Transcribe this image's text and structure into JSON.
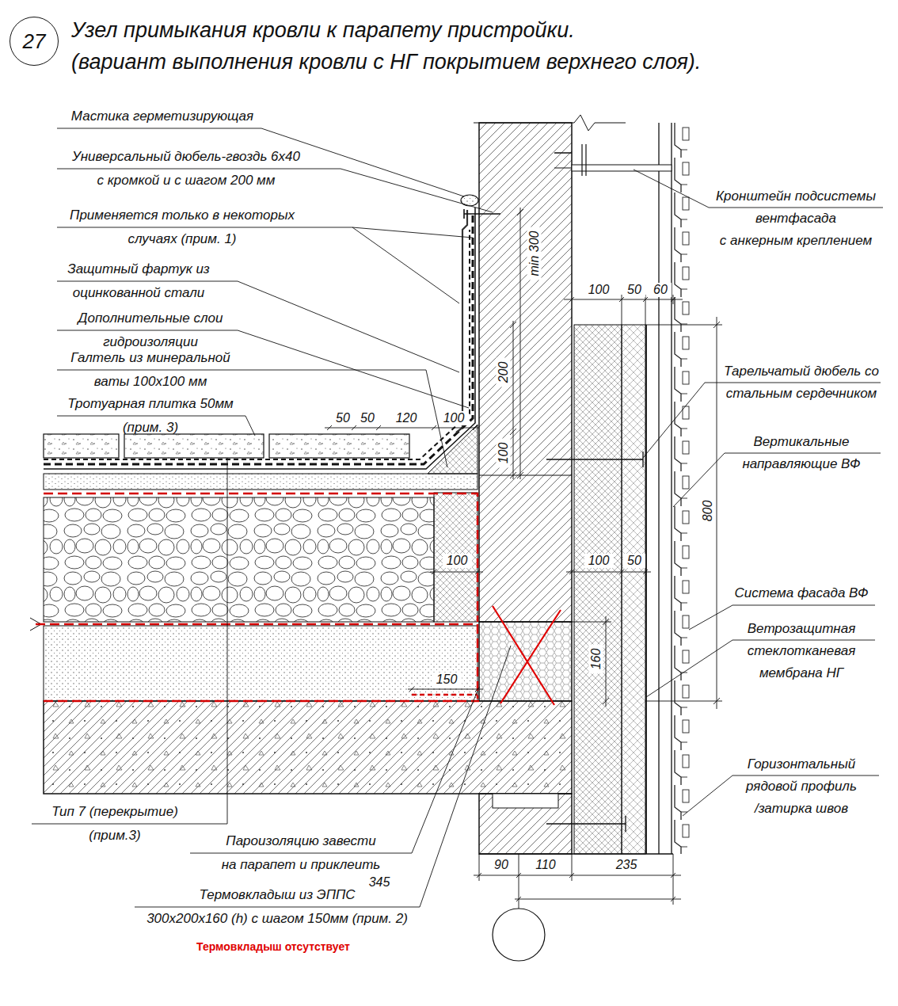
{
  "diagram": {
    "title": "Узел примыкания кровли к парапету пристройки.",
    "nodes": [
      {
        "text": [
          "27"
        ]
      }
    ],
    "labels": [
      "(вариант выполнения кровли с НГ покрытием верхнего слоя).",
      "Мастика герметизирующая",
      "Универсальный дюбель-гвоздь 6х40 с кромкой и с шагом 200 мм",
      "Применяется только в некоторых случаях (прим. 1)",
      "Защитный фартук из оцинкованной стали",
      "Дополнительные слои гидроизоляции",
      "Галтель из минеральной ваты 100х100 мм",
      "Тротуарная плитка 50мм (прим. 3)",
      "50",
      "50",
      "120",
      "100",
      "Кронштейн подсистемы вентфасада с анкерным креплением",
      "100",
      "50",
      "60",
      "min 300",
      "200",
      "100",
      "Тарельчатый дюбель со стальным сердечником",
      "Вертикальные направляющие ВФ",
      "800",
      "100",
      "100",
      "50",
      "Система фасада ВФ",
      "Ветрозащитная стеклотканевая мембрана НГ",
      "160",
      "150",
      "Горизонтальный рядовой профиль /затирка швов",
      "Тип 7 (перекрытие) (прим.3)",
      "Пароизоляцию завести на парапет и приклеить",
      "90",
      "110",
      "235",
      "Термовкладыш из ЭППС 300х200х160 (h) с шагом 150мм (прим. 2)",
      "345",
      "Термовкладыш отсутствует"
    ]
  }
}
